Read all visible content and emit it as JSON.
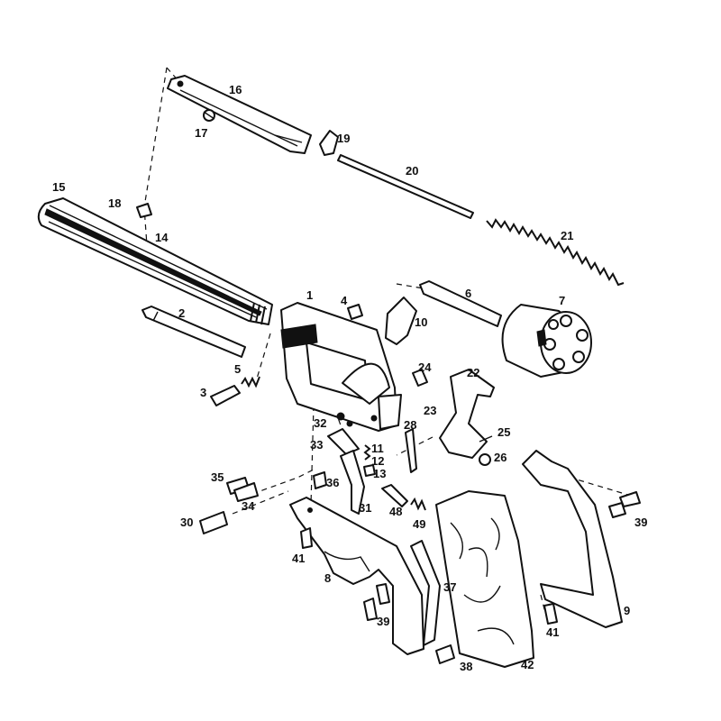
{
  "diagram": {
    "type": "exploded-parts-diagram",
    "labels": {
      "p1": "1",
      "p2": "2",
      "p3": "3",
      "p4": "4",
      "p5": "5",
      "p6": "6",
      "p7": "7",
      "p8": "8",
      "p9": "9",
      "p10": "10",
      "p11": "11",
      "p12": "12",
      "p13": "13",
      "p14": "14",
      "p15": "15",
      "p16": "16",
      "p17": "17",
      "p18": "18",
      "p19": "19",
      "p20": "20",
      "p21": "21",
      "p22": "22",
      "p23": "23",
      "p24": "24",
      "p25": "25",
      "p26": "26",
      "p28": "28",
      "p30": "30",
      "p31": "31",
      "p32": "32",
      "p33": "33",
      "p34": "34",
      "p35": "35",
      "p36": "36",
      "p37": "37",
      "p38": "38",
      "p39a": "39",
      "p39b": "39",
      "p41a": "41",
      "p41b": "41",
      "p42": "42",
      "p48": "48",
      "p49": "49"
    }
  }
}
